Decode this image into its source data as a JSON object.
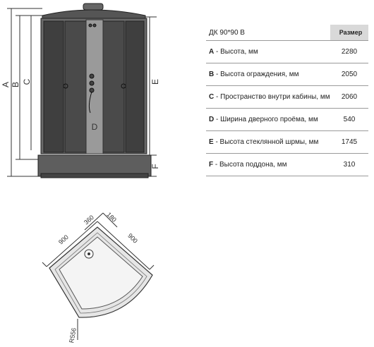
{
  "table": {
    "title": "ДК 90*90 В",
    "value_header": "Размер",
    "rows": [
      {
        "code": "A",
        "label": " - Высота, мм",
        "value": "2280"
      },
      {
        "code": "B",
        "label": " - Высота ограждения, мм",
        "value": "2050"
      },
      {
        "code": "C",
        "label": " - Пространство внутри кабины, мм",
        "value": "2060"
      },
      {
        "code": "D",
        "label": " - Ширина дверного проёма, мм",
        "value": "540"
      },
      {
        "code": "E",
        "label": " - Высота стеклянной шрмы, мм",
        "value": "1745"
      },
      {
        "code": "F",
        "label": " - Высота поддона, мм",
        "value": "310"
      }
    ]
  },
  "front_view": {
    "dimension_labels": [
      "A",
      "B",
      "C",
      "D",
      "E",
      "F"
    ]
  },
  "top_view": {
    "dim_left": "900",
    "dim_right": "900",
    "dim_mid": "360",
    "dim_small": "180",
    "radius": "R556"
  }
}
